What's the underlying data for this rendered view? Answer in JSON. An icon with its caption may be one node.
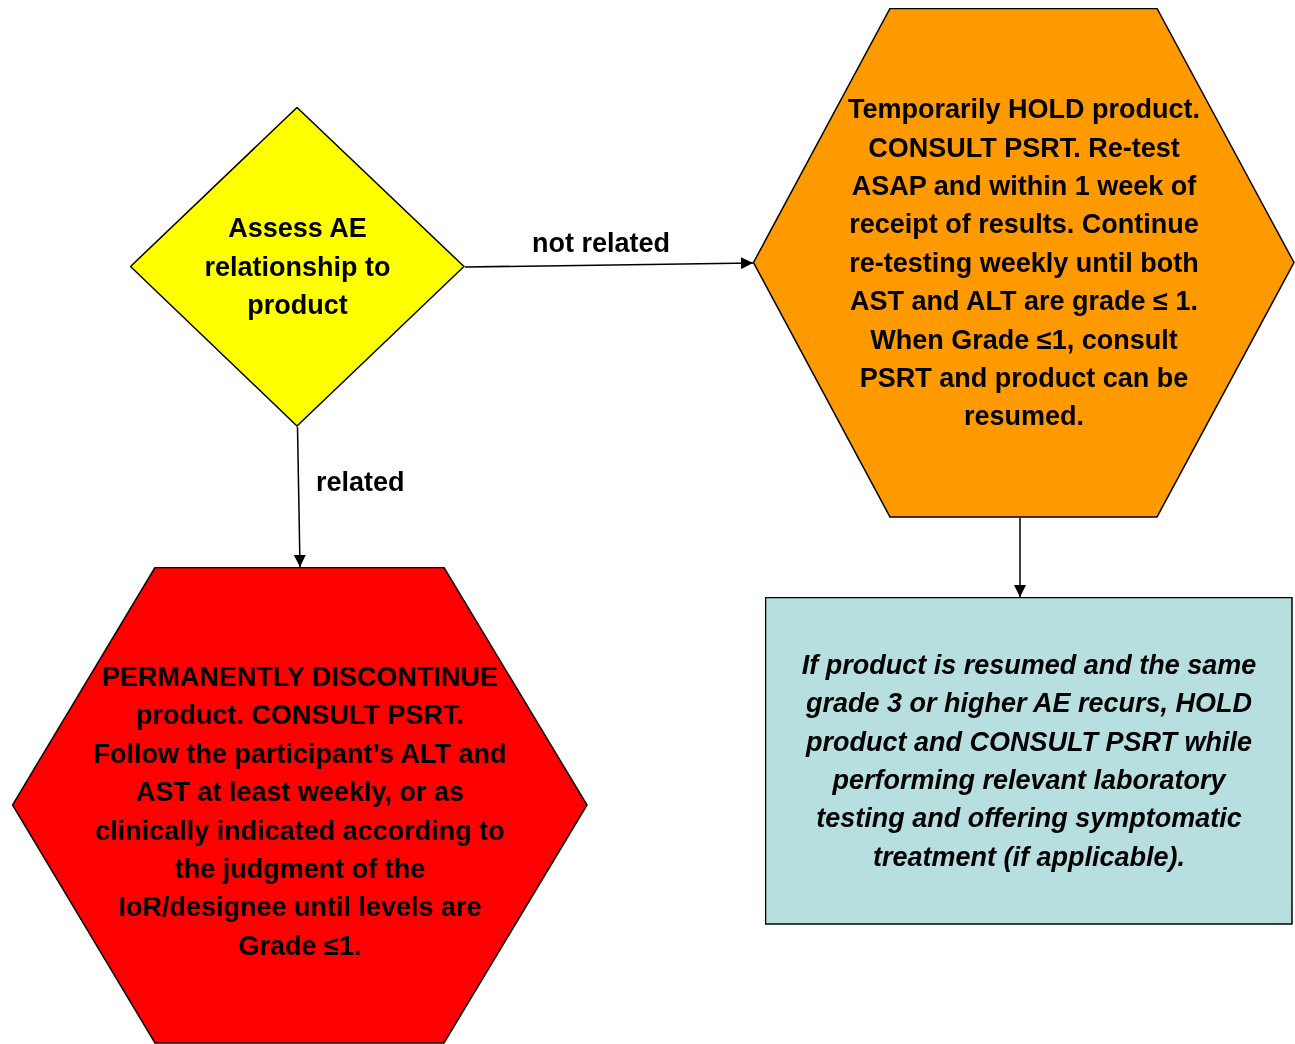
{
  "diagram": {
    "nodes": [
      {
        "text": [
          "Assess AE relationship to product"
        ]
      },
      {
        "text": [
          "Temporarily HOLD product. CONSULT PSRT. Re-test ASAP and within 1 week of receipt of results. Continue re-testing weekly until both AST and ALT are grade ≤ 1. When Grade ≤1, consult PSRT and product can be resumed."
        ]
      },
      {
        "text": [
          "PERMANENTLY DISCONTINUE product. CONSULT PSRT. Follow the participant’s ALT and AST at least weekly, or as clinically indicated according to the judgment of the IoR/designee until levels are Grade ≤1."
        ]
      },
      {
        "text": [
          "If product is resumed and the same grade 3 or higher AE recurs, HOLD product and CONSULT PSRT while performing relevant laboratory testing and offering symptomatic treatment (if applicable)."
        ]
      }
    ],
    "edges": [
      {
        "from": 0,
        "to": 1,
        "arrow": "to",
        "label": "not related"
      },
      {
        "from": 0,
        "to": 2,
        "arrow": "to",
        "label": "related"
      },
      {
        "from": 1,
        "to": 3,
        "arrow": "to"
      }
    ]
  }
}
